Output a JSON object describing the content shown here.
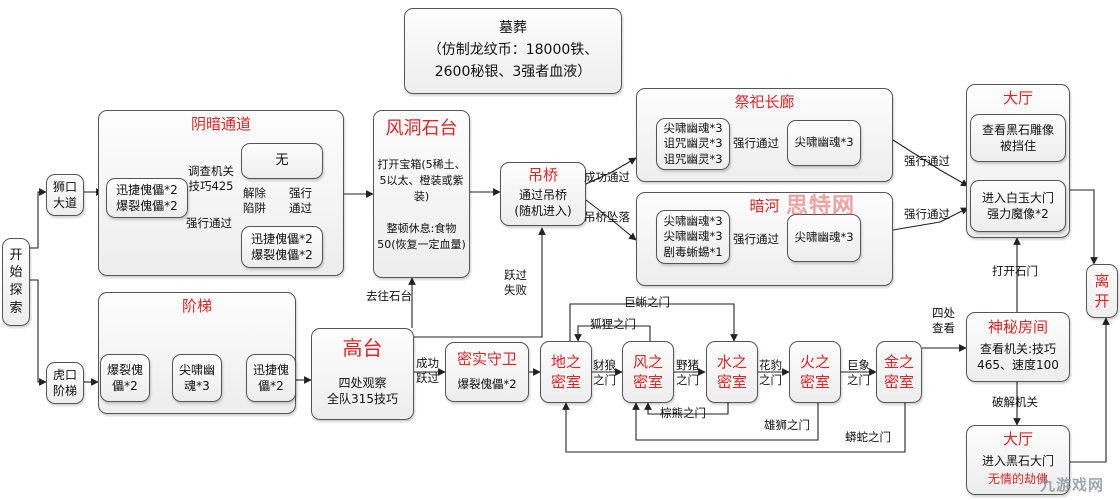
{
  "nodes": {
    "start": "开\n始\n探\n索",
    "shikou": "狮口\n大道",
    "hukou": "虎口\n阶梯",
    "tomb": "墓葬\n（仿制龙纹币：18000铁、\n2600秘银、3强者血液）",
    "yinan_title": "阴暗通道",
    "yinan_a": "迅捷傀儡*2\n爆裂傀儡*2",
    "yinan_wu": "无",
    "yinan_b": "迅捷傀儡*2\n爆裂傀儡*2",
    "stairs_title": "阶梯",
    "stairs_a": "爆裂傀\n儡*2",
    "stairs_b": "尖啸幽\n魂*3",
    "stairs_c": "迅捷傀\n儡*2",
    "fengdong_title": "风洞石台",
    "fengdong_body": "打开宝箱(5稀土、\n5以太、橙装或紫\n装)\n\n整顿休息:食物\n50(恢复一定血量)",
    "gaotai_title": "高台",
    "gaotai_body": "四处观察\n全队315技巧",
    "guard_title": "密实守卫",
    "guard_body": "爆裂傀儡*2",
    "bridge_title": "吊桥",
    "bridge_body": "通过吊桥\n(随机进入)",
    "corridor_title": "祭祀长廊",
    "corridor_a": "尖啸幽魂*3\n诅咒幽灵*3\n诅咒幽灵*3",
    "corridor_b": "尖啸幽魂*3",
    "river_title": "暗河",
    "river_a": "尖啸幽魂*3\n尖啸幽魂*3\n剧毒蜥蜴*1",
    "river_b": "尖啸幽魂*3",
    "hall_top_title": "大厅",
    "hall_top_a": "查看黑石雕像\n被挡住",
    "hall_top_b": "进入白玉大门\n强力魔像*2",
    "leave": "离\n开",
    "mystery_title": "神秘房间",
    "mystery_body": "查看机关:技巧\n465、速度100",
    "hall_bot_title": "大厅",
    "hall_bot_a": "进入黑石大门",
    "hall_bot_b": "无情的劫佛",
    "room_earth": "地之\n密室",
    "room_wind": "风之\n密室",
    "room_water": "水之\n密室",
    "room_fire": "火之\n密室",
    "room_gold": "金之\n密室"
  },
  "labels": {
    "investigate": "调查机关\n技巧425",
    "force_pass": "强行通过",
    "disarm": "解除\n陷阱",
    "force_pass2": "强行\n通过",
    "go_platform": "去往石台",
    "jump_fail": "跃过\n失败",
    "jump_ok": "成功\n跃过",
    "pass_ok": "成功通过",
    "bridge_fall": "吊桥坠落",
    "corridor_force": "强行通过",
    "river_force": "强行通过",
    "hall_force1": "强行通过",
    "hall_force2": "强行通过",
    "open_stone": "打开石门",
    "crack": "破解机关",
    "look_around": "四处\n查看",
    "gate_jackal": "豺狼\n之门",
    "gate_boar": "野猪\n之门",
    "gate_leopard": "花豹\n之门",
    "gate_elephant": "巨象\n之门",
    "gate_fox": "狐狸之门",
    "gate_lizard": "巨蜥之门",
    "gate_bear": "棕熊之门",
    "gate_lion": "雄狮之门",
    "gate_python": "蟒蛇之门"
  },
  "watermarks": {
    "mid": "思特网",
    "corner": "九游戏网"
  },
  "colors": {
    "accent_red": "#d8262b",
    "line": "#222222",
    "watermark_red": "#e85c5c",
    "watermark_gray": "#7f8c95"
  }
}
